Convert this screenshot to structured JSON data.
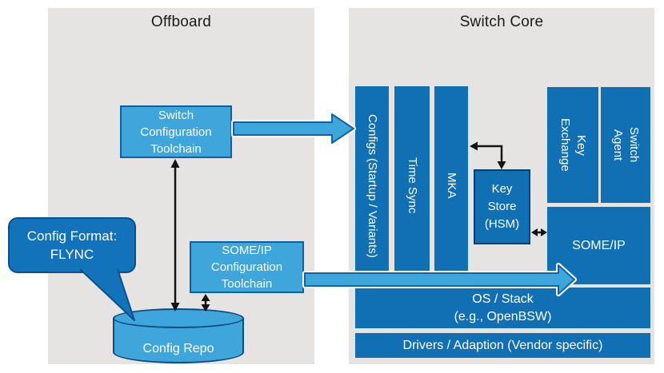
{
  "offboard": {
    "title": "Offboard",
    "switch_config_toolchain_label": "Switch\nConfiguration\nToolchain",
    "someip_config_toolchain_label": "SOME/IP\nConfiguration\nToolchain",
    "config_repo_label": "Config Repo",
    "config_format_callout": "Config Format:\nFLYNC"
  },
  "switch_core": {
    "title": "Switch Core",
    "configs_label": "Configs (Startup / Variants)",
    "time_sync_label": "Time Sync",
    "mka_label": "MKA",
    "key_store_label": "Key\nStore\n(HSM)",
    "key_exchange_label": "Key\nExchange",
    "switch_agent_label": "Switch\nAgent",
    "someip_label": "SOME/IP",
    "os_stack_label": "OS / Stack\n(e.g., OpenBSW)",
    "drivers_label": "Drivers / Adaption (Vendor specific)"
  },
  "colors": {
    "panel_background": "#e5e4e2",
    "light_blue_fill": "#3ea6db",
    "light_blue_border": "#10619f",
    "dark_blue_fill": "#1170b4",
    "callout_fill": "#1273ba",
    "keystore_border": "#0b3e68",
    "arrow_black": "#141414",
    "text_on_blue": "#ffffff",
    "title_text": "#1b1b1b"
  }
}
